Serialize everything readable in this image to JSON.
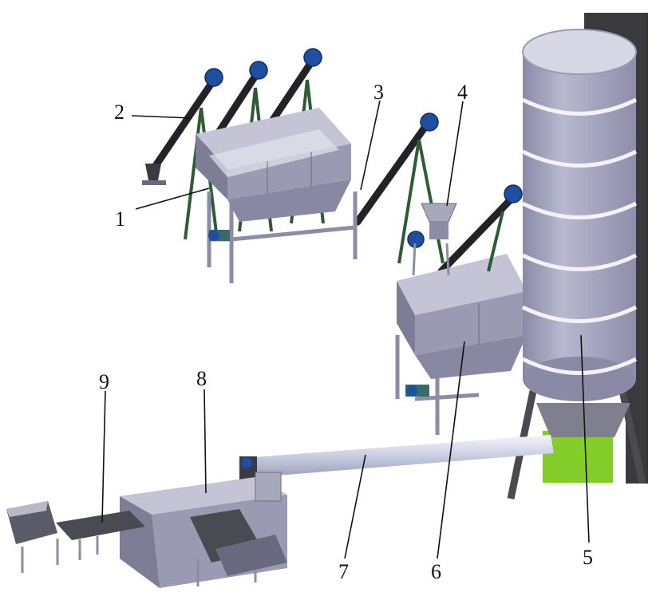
{
  "callouts": [
    {
      "id": "1",
      "label": "1"
    },
    {
      "id": "2",
      "label": "2"
    },
    {
      "id": "3",
      "label": "3"
    },
    {
      "id": "4",
      "label": "4"
    },
    {
      "id": "5",
      "label": "5"
    },
    {
      "id": "6",
      "label": "6"
    },
    {
      "id": "7",
      "label": "7"
    },
    {
      "id": "8",
      "label": "8"
    },
    {
      "id": "9",
      "label": "9"
    }
  ],
  "colors": {
    "hopper": "#9a9ab2",
    "hopper_dark": "#7d7d96",
    "hopper_light": "#c4c4d6",
    "frame": "#8c8ca6",
    "conveyor_pipe": "#222228",
    "motor": "#1f4fa0",
    "silo": "#a6a6c2",
    "silo_rim": "#f2f2f8",
    "support_green": "#2d5b36",
    "bin_green": "#84cc2a",
    "tower": "#3a3a3e",
    "transfer_tube": "#d8dcea"
  }
}
